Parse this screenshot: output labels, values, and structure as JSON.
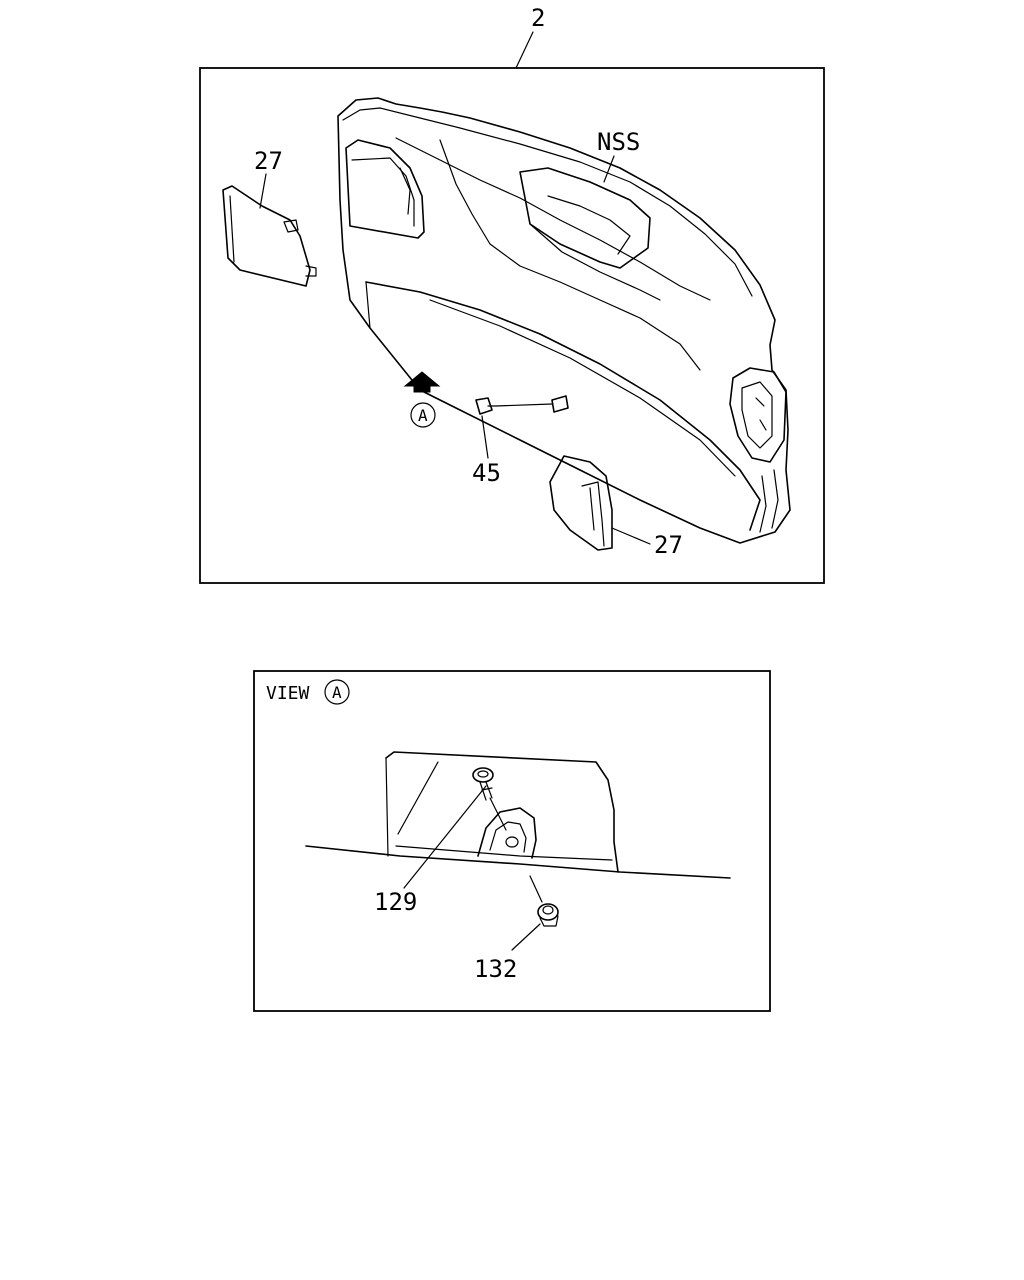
{
  "diagram": {
    "labels": {
      "assembly": "2",
      "nss": "NSS",
      "trim_upper_left": "27",
      "trim_lower_right": "27",
      "clip": "45",
      "view_marker": "A"
    },
    "detail_view": {
      "title": "VIEW",
      "marker": "A",
      "screw": "129",
      "clip": "132"
    }
  }
}
